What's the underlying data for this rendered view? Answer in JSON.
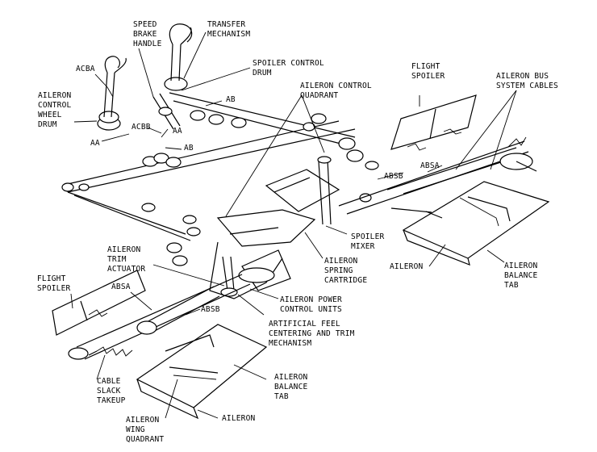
{
  "labels": {
    "speed_brake_handle": "SPEED\nBRAKE\nHANDLE",
    "transfer_mechanism": "TRANSFER\nMECHANISM",
    "acba": "ACBA",
    "spoiler_control_drum": "SPOILER CONTROL\nDRUM",
    "flight_spoiler_right": "FLIGHT\nSPOILER",
    "aileron_bus_system_cables": "AILERON BUS\nSYSTEM CABLES",
    "aileron_control_wheel_drum": "AILERON\nCONTROL\nWHEEL\nDRUM",
    "ab_upper": "AB",
    "aileron_control_quadrant": "AILERON CONTROL\nQUADRANT",
    "acbb": "ACBB",
    "aa_upper": "AA",
    "aa_left": "AA",
    "ab_lower": "AB",
    "absa_right": "ABSA",
    "absb_right": "ABSB",
    "spoiler_mixer": "SPOILER\nMIXER",
    "aileron_trim_actuator": "AILERON\nTRIM\nACTUATOR",
    "aileron_spring_cartridge": "AILERON\nSPRING\nCARTRIDGE",
    "aileron_right": "AILERON",
    "aileron_balance_tab_right": "AILERON\nBALANCE\nTAB",
    "flight_spoiler_left": "FLIGHT\nSPOILER",
    "absa_left": "ABSA",
    "absb_left": "ABSB",
    "aileron_power_control_units": "AILERON POWER\nCONTROL UNITS",
    "artificial_feel": "ARTIFICIAL FEEL\nCENTERING AND TRIM\nMECHANISM",
    "cable_slack_takeup": "CABLE\nSLACK\nTAKEUP",
    "aileron_balance_tab_left": "AILERON\nBALANCE\nTAB",
    "aileron_wing_quadrant": "AILERON\nWING\nQUADRANT",
    "aileron_left": "AILERON"
  }
}
